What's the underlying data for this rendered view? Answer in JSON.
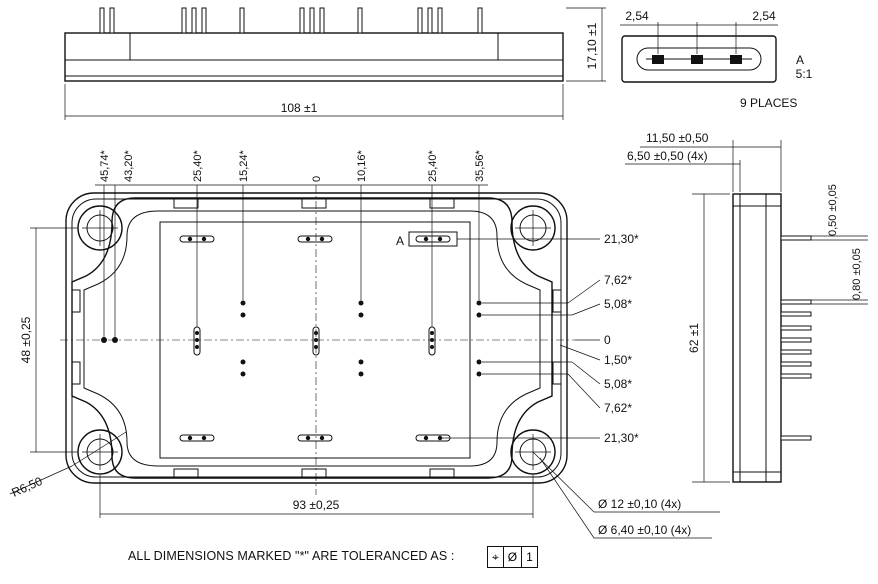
{
  "top_view": {
    "length": "108 ±1",
    "height": "17,10 ±1"
  },
  "pin_detail": {
    "pitch_left": "2,54",
    "pitch_right": "2,54",
    "label": "A",
    "scale": "5:1",
    "places": "9 PLACES"
  },
  "plan_view": {
    "top_dims": [
      "45,74*",
      "43,20*",
      "25,40*",
      "15,24*",
      "0",
      "10,16*",
      "25,40*",
      "35,56*"
    ],
    "right_dims": [
      "21,30*",
      "7,62*",
      "5,08*",
      "0",
      "1,50*",
      "5,08*",
      "7,62*",
      "21,30*"
    ],
    "left_dim": "48 ±0,25",
    "bottom_dim": "93 ±0,25",
    "radius": "R6,50",
    "hole_outer": "Ø 12 ±0,10 (4x)",
    "hole_inner": "Ø 6,40 ±0,10 (4x)",
    "detail_ref": "A"
  },
  "side_view": {
    "dim_a": "11,50 ±0,50",
    "dim_b": "6,50 ±0,50 (4x)",
    "dim_c": "0,50 ±0,05",
    "dim_d": "0,80 ±0,05",
    "height": "62 ±1"
  },
  "footer": {
    "note": "ALL DIMENSIONS MARKED \"*\" ARE TOLERANCED AS :",
    "sym_position": "⌖",
    "sym_dia": "Ø",
    "tol_value": "1"
  }
}
